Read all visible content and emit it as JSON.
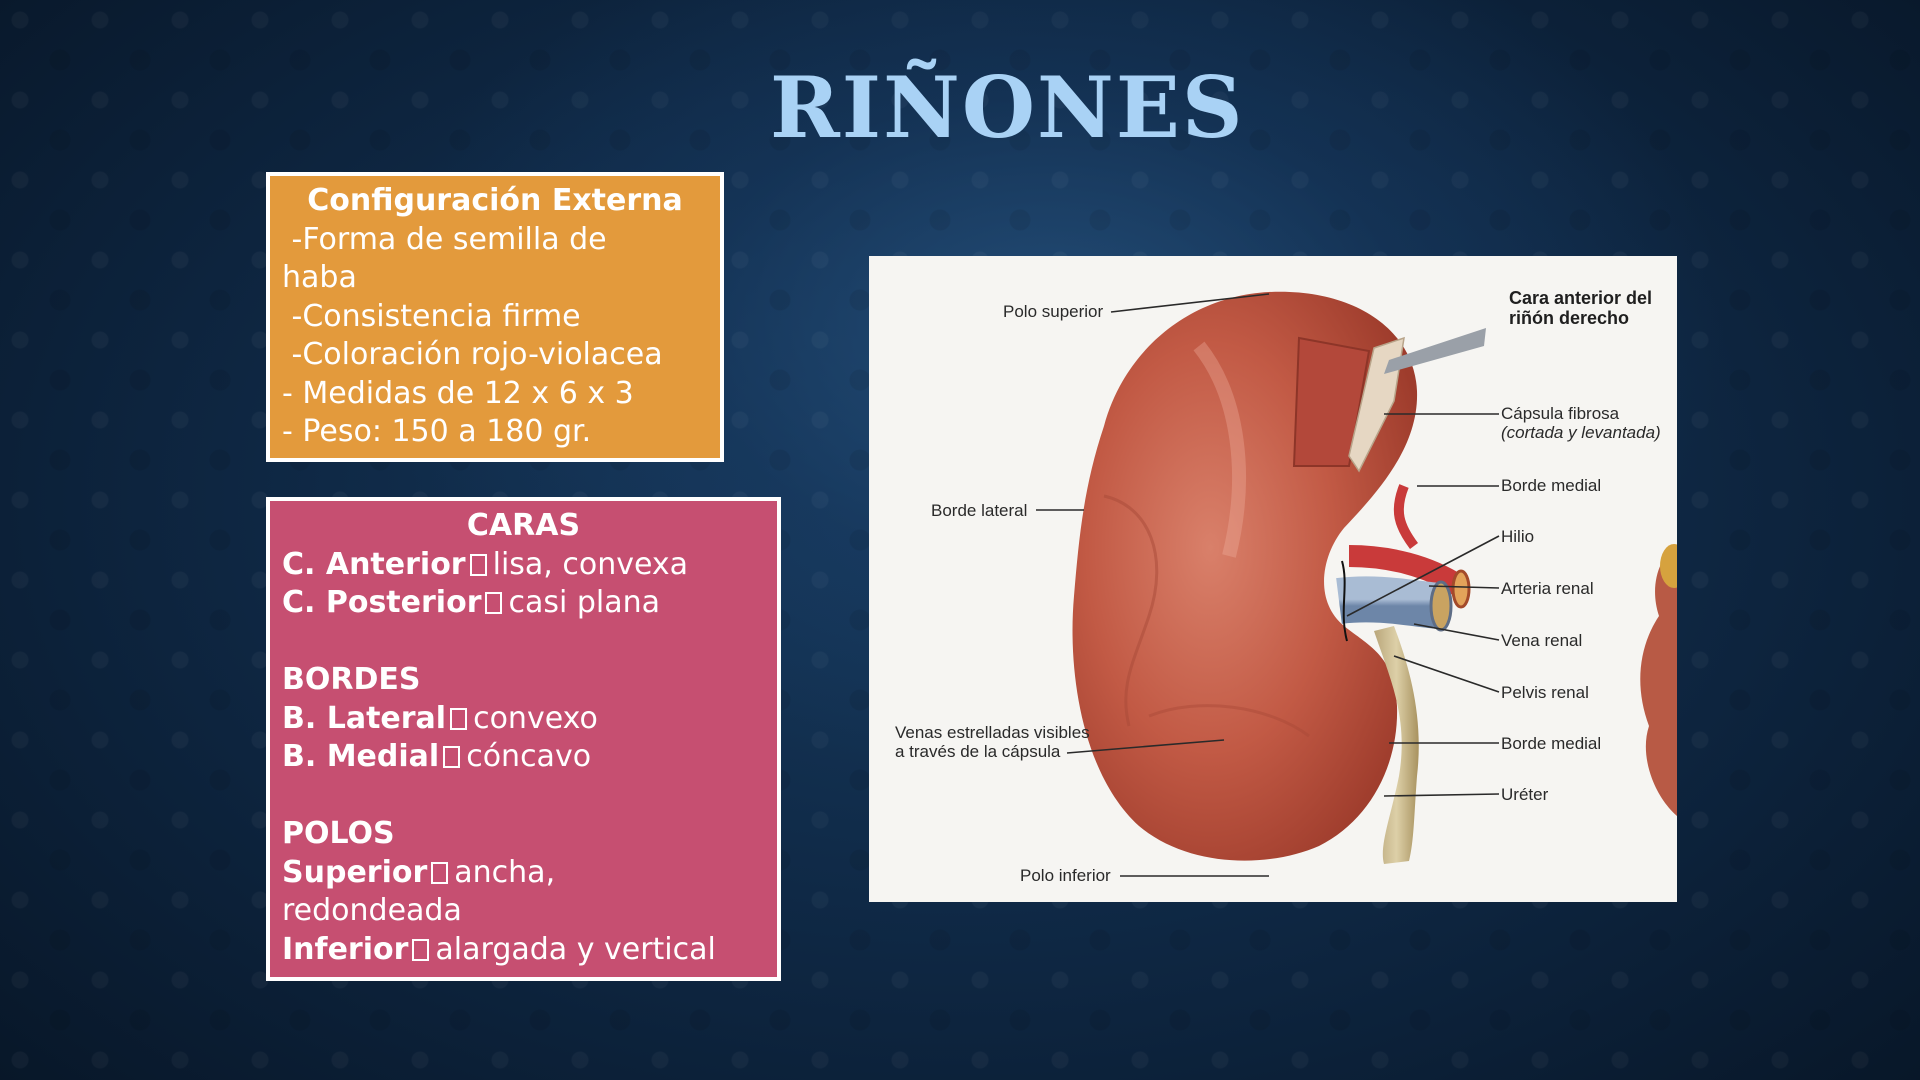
{
  "slide": {
    "title": "RIÑONES",
    "colors": {
      "background": "#0f2946",
      "title": "#a9d2f5",
      "box_external": "#e39a3c",
      "box_caras": "#c64f71",
      "box_border": "#ffffff"
    }
  },
  "external_box": {
    "heading": "Configuración Externa",
    "lines": [
      " -Forma de semilla de",
      "haba",
      " -Consistencia firme",
      " -Coloración rojo-violacea",
      "- Medidas de 12 x 6 x 3",
      "- Peso: 150 a 180 gr."
    ]
  },
  "caras_box": {
    "heading": "CARAS",
    "caras": [
      {
        "term": "C. Anterior",
        "symbol": "box-glyph",
        "desc": "lisa, convexa"
      },
      {
        "term": "C. Posterior",
        "symbol": "box-glyph",
        "desc": "casi plana"
      }
    ],
    "bordes_heading": "BORDES",
    "bordes": [
      {
        "term": "B. Lateral",
        "symbol": "box-glyph",
        "desc": "convexo"
      },
      {
        "term": "B. Medial",
        "symbol": "box-glyph",
        "desc": "cóncavo"
      }
    ],
    "polos_heading": "POLOS",
    "polos": [
      {
        "term": "Superior",
        "symbol": "box-glyph",
        "desc": "ancha,",
        "desc_cont": "redondeada"
      },
      {
        "term": "Inferior",
        "symbol": "box-glyph",
        "desc": "alargada y vertical"
      }
    ]
  },
  "figure": {
    "title_line1": "Cara anterior del",
    "title_line2": "riñón derecho",
    "labels": {
      "polo_superior": "Polo superior",
      "borde_lateral": "Borde lateral",
      "venas_line1": "Venas estrelladas visibles",
      "venas_line2": "a través de la cápsula",
      "polo_inferior": "Polo inferior",
      "capsula": "Cápsula fibrosa",
      "capsula_note": "(cortada y levantada)",
      "borde_medial_1": "Borde medial",
      "hilio": "Hilio",
      "arteria_renal": "Arteria renal",
      "vena_renal": "Vena renal",
      "pelvis_renal": "Pelvis renal",
      "borde_medial_2": "Borde medial",
      "ureter": "Uréter"
    }
  }
}
